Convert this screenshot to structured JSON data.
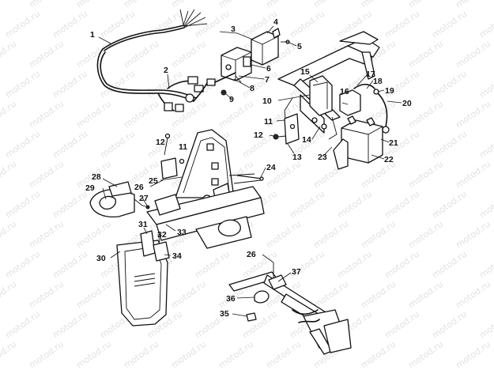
{
  "watermark": {
    "text": "motod.ru"
  },
  "diagram": {
    "callouts": [
      {
        "id": "c1",
        "label": "1"
      },
      {
        "id": "c2",
        "label": "2"
      },
      {
        "id": "c3",
        "label": "3"
      },
      {
        "id": "c4",
        "label": "4"
      },
      {
        "id": "c5",
        "label": "5"
      },
      {
        "id": "c6",
        "label": "6"
      },
      {
        "id": "c7",
        "label": "7"
      },
      {
        "id": "c8",
        "label": "8"
      },
      {
        "id": "c9",
        "label": "9"
      },
      {
        "id": "c10",
        "label": "10"
      },
      {
        "id": "c11a",
        "label": "11"
      },
      {
        "id": "c11b",
        "label": "11"
      },
      {
        "id": "c12a",
        "label": "12"
      },
      {
        "id": "c12b",
        "label": "12"
      },
      {
        "id": "c13",
        "label": "13"
      },
      {
        "id": "c14",
        "label": "14"
      },
      {
        "id": "c15",
        "label": "15"
      },
      {
        "id": "c16",
        "label": "16"
      },
      {
        "id": "c17",
        "label": "17"
      },
      {
        "id": "c18",
        "label": "18"
      },
      {
        "id": "c19",
        "label": "19"
      },
      {
        "id": "c20",
        "label": "20"
      },
      {
        "id": "c21",
        "label": "21"
      },
      {
        "id": "c22",
        "label": "22"
      },
      {
        "id": "c23",
        "label": "23"
      },
      {
        "id": "c24",
        "label": "24"
      },
      {
        "id": "c25",
        "label": "25"
      },
      {
        "id": "c26a",
        "label": "26"
      },
      {
        "id": "c26b",
        "label": "26"
      },
      {
        "id": "c27",
        "label": "27"
      },
      {
        "id": "c28",
        "label": "28"
      },
      {
        "id": "c29",
        "label": "29"
      },
      {
        "id": "c30",
        "label": "30"
      },
      {
        "id": "c31",
        "label": "31"
      },
      {
        "id": "c32",
        "label": "32"
      },
      {
        "id": "c33",
        "label": "33"
      },
      {
        "id": "c34",
        "label": "34"
      },
      {
        "id": "c35",
        "label": "35"
      },
      {
        "id": "c36",
        "label": "36"
      },
      {
        "id": "c37",
        "label": "37"
      }
    ]
  }
}
